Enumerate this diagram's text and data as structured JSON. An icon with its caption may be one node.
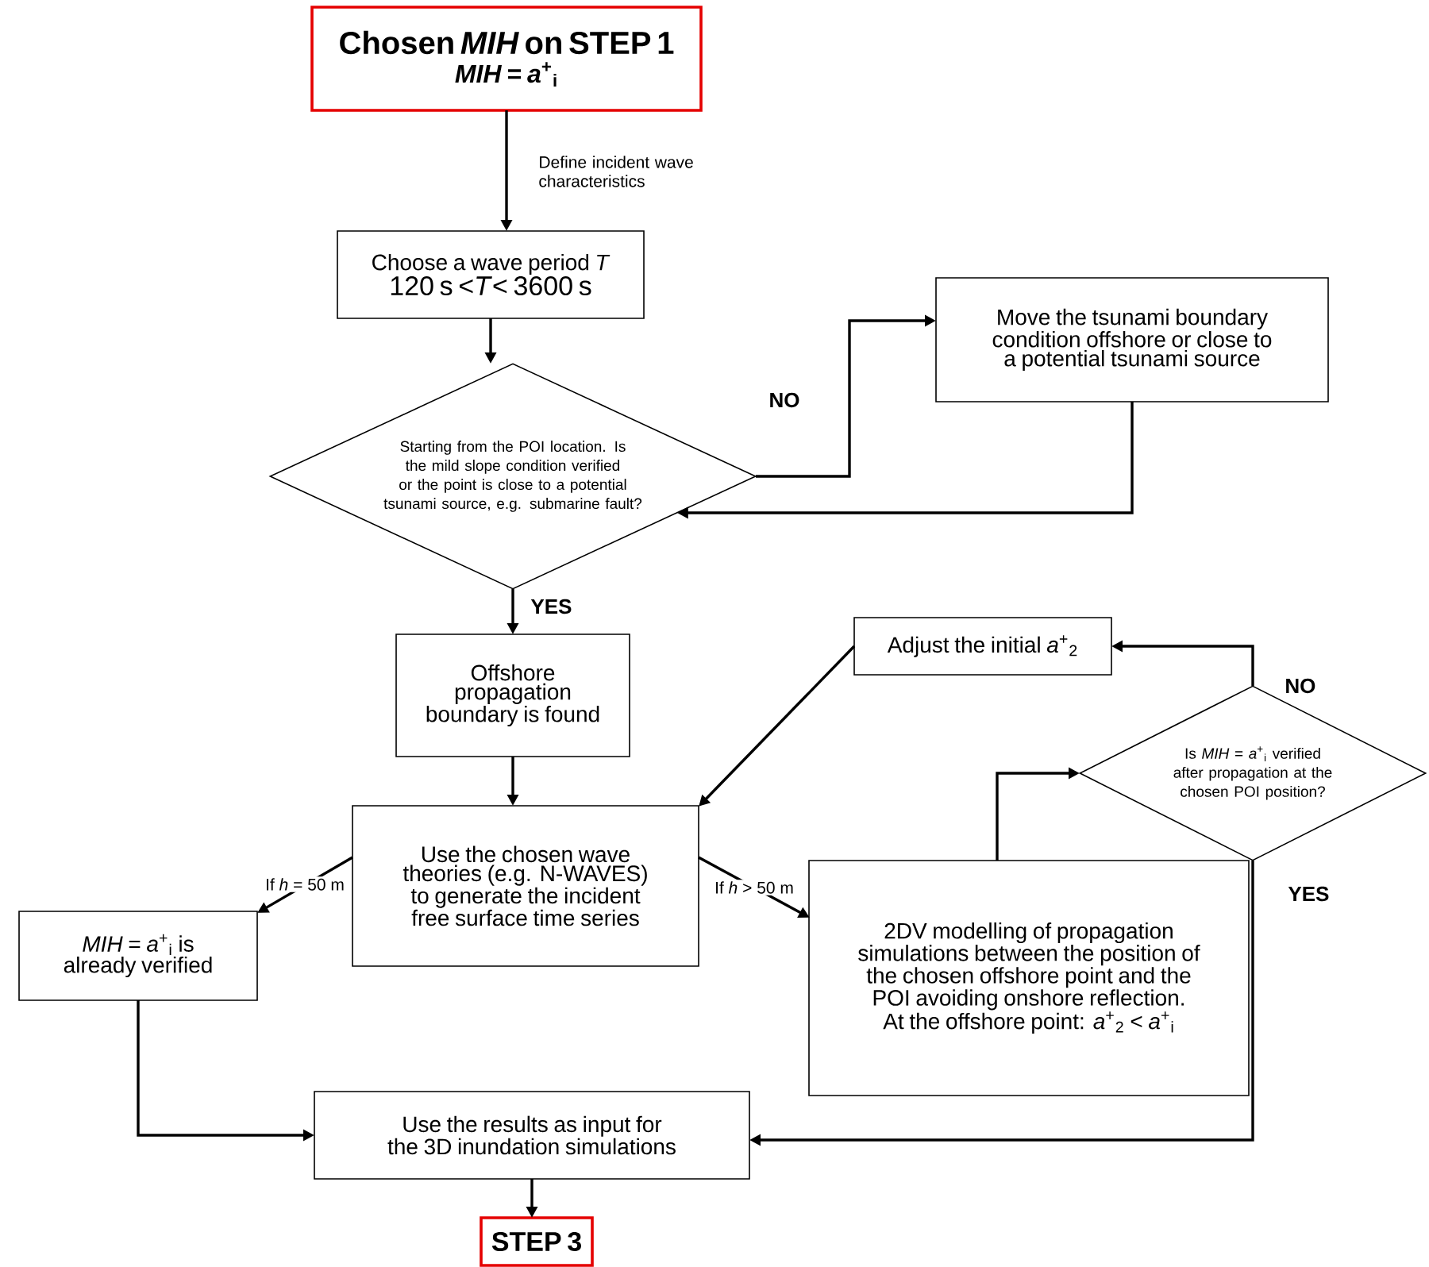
{
  "diagram": {
    "nodes": [
      {
        "text": [
          "Chosen  *MIH* on STEP 1",
          "*MIH* = *a*$^{+}$$_{i}$"
        ]
      },
      {
        "text": [
          "Choose a wave period *T*",
          "120 s <*T*< 3600 s"
        ]
      },
      {
        "text": [
          "Starting from the POI location. Is the mild slope condition verified or the point is close to a potential tsunami source, e.g. submarine fault?"
        ]
      },
      {
        "text": [
          "Move the tsunami boundary condition offshore or close to a potential tsunami source"
        ]
      },
      {
        "text": [
          "Offshore propagation boundary is found"
        ]
      },
      {
        "text": [
          "Adjust the initial *a*$^{+}$$_{2}$"
        ]
      },
      {
        "text": [
          "Is *MIH* = *a*$^{+}$$_{i}$ verified after propagation at the chosen POI position?"
        ]
      },
      {
        "text": [
          "Use the chosen wave theories (e.g. N-WAVES) to generate the incident free surface time series"
        ]
      },
      {
        "text": [
          "*MIH* = *a*$^{+}$$_{i}$ is already verified"
        ]
      },
      {
        "text": [
          "2DV modelling of propagation simulations between the position of the chosen offshore point and the POI avoiding onshore reflection. At the offshore point: *a*$^{+}$$_{2}$ < *a*$^{+}$$_{i}$"
        ]
      },
      {
        "text": [
          "Use the results as input for the 3D inundation simulations"
        ]
      },
      {
        "text": [
          "STEP 3"
        ]
      }
    ],
    "edges": [
      {
        "from": 0,
        "to": 1,
        "arrow": "to",
        "label": "Define incident wave characteristics"
      },
      {
        "from": 1,
        "to": 2,
        "arrow": "to"
      },
      {
        "from": 2,
        "to": 3,
        "arrow": "to",
        "label": "NO"
      },
      {
        "from": 3,
        "to": 2,
        "arrow": "to"
      },
      {
        "from": 2,
        "to": 4,
        "arrow": "to",
        "label": "YES"
      },
      {
        "from": 4,
        "to": 7,
        "arrow": "to"
      },
      {
        "from": 5,
        "to": 7,
        "arrow": "to"
      },
      {
        "from": 6,
        "to": 5,
        "arrow": "to",
        "label": "NO"
      },
      {
        "from": 7,
        "to": 8,
        "arrow": "to",
        "label": "If *h* = 50 m"
      },
      {
        "from": 7,
        "to": 9,
        "arrow": "to",
        "label": "If *h* > 50 m"
      },
      {
        "from": 9,
        "to": 6,
        "arrow": "to"
      },
      {
        "from": 8,
        "to": 10,
        "arrow": "to"
      },
      {
        "from": 6,
        "to": 10,
        "arrow": "to",
        "label": "YES"
      },
      {
        "from": 10,
        "to": 11,
        "arrow": "to"
      }
    ]
  }
}
